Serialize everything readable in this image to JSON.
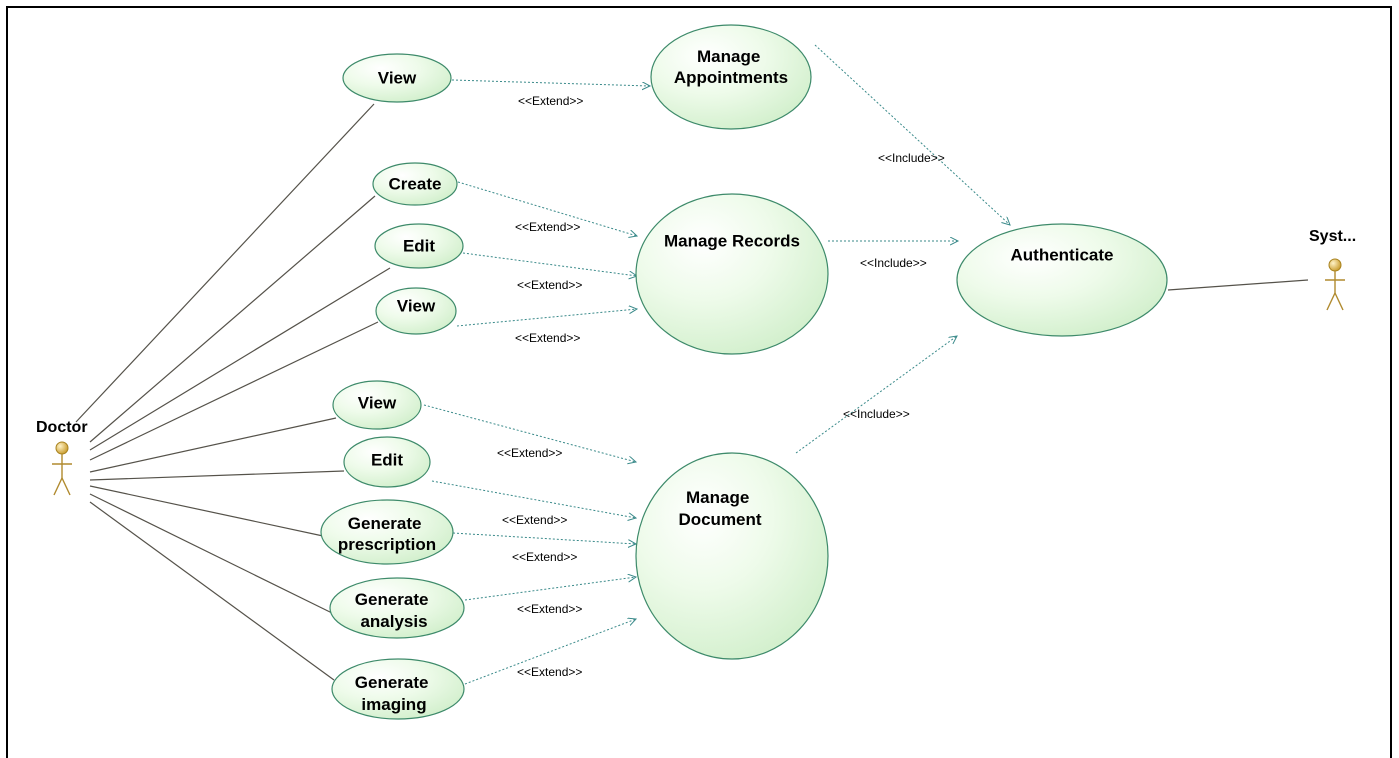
{
  "actors": {
    "doctor": "Doctor",
    "system": "Syst..."
  },
  "use_cases": {
    "view_appointments": "View",
    "manage_appointments": [
      "Manage",
      "Appointments"
    ],
    "create": "Create",
    "edit_records": "Edit",
    "view_records": "View",
    "manage_records": "Manage Records",
    "authenticate": "Authenticate",
    "view_document": "View",
    "edit_document": "Edit",
    "generate_prescription": [
      "Generate",
      "prescription"
    ],
    "generate_analysis": [
      "Generate",
      "analysis"
    ],
    "generate_imaging": [
      "Generate",
      "imaging"
    ],
    "manage_document": [
      "Manage",
      "Document"
    ]
  },
  "stereotypes": {
    "extend": "<<Extend>>",
    "include": "<<Include>>"
  },
  "colors": {
    "usecase_fill": "#eafbe6",
    "usecase_stroke": "#3d8a6a",
    "dependency": "#3a8a8a",
    "association": "#55524a",
    "actor": "#b08a2e"
  }
}
